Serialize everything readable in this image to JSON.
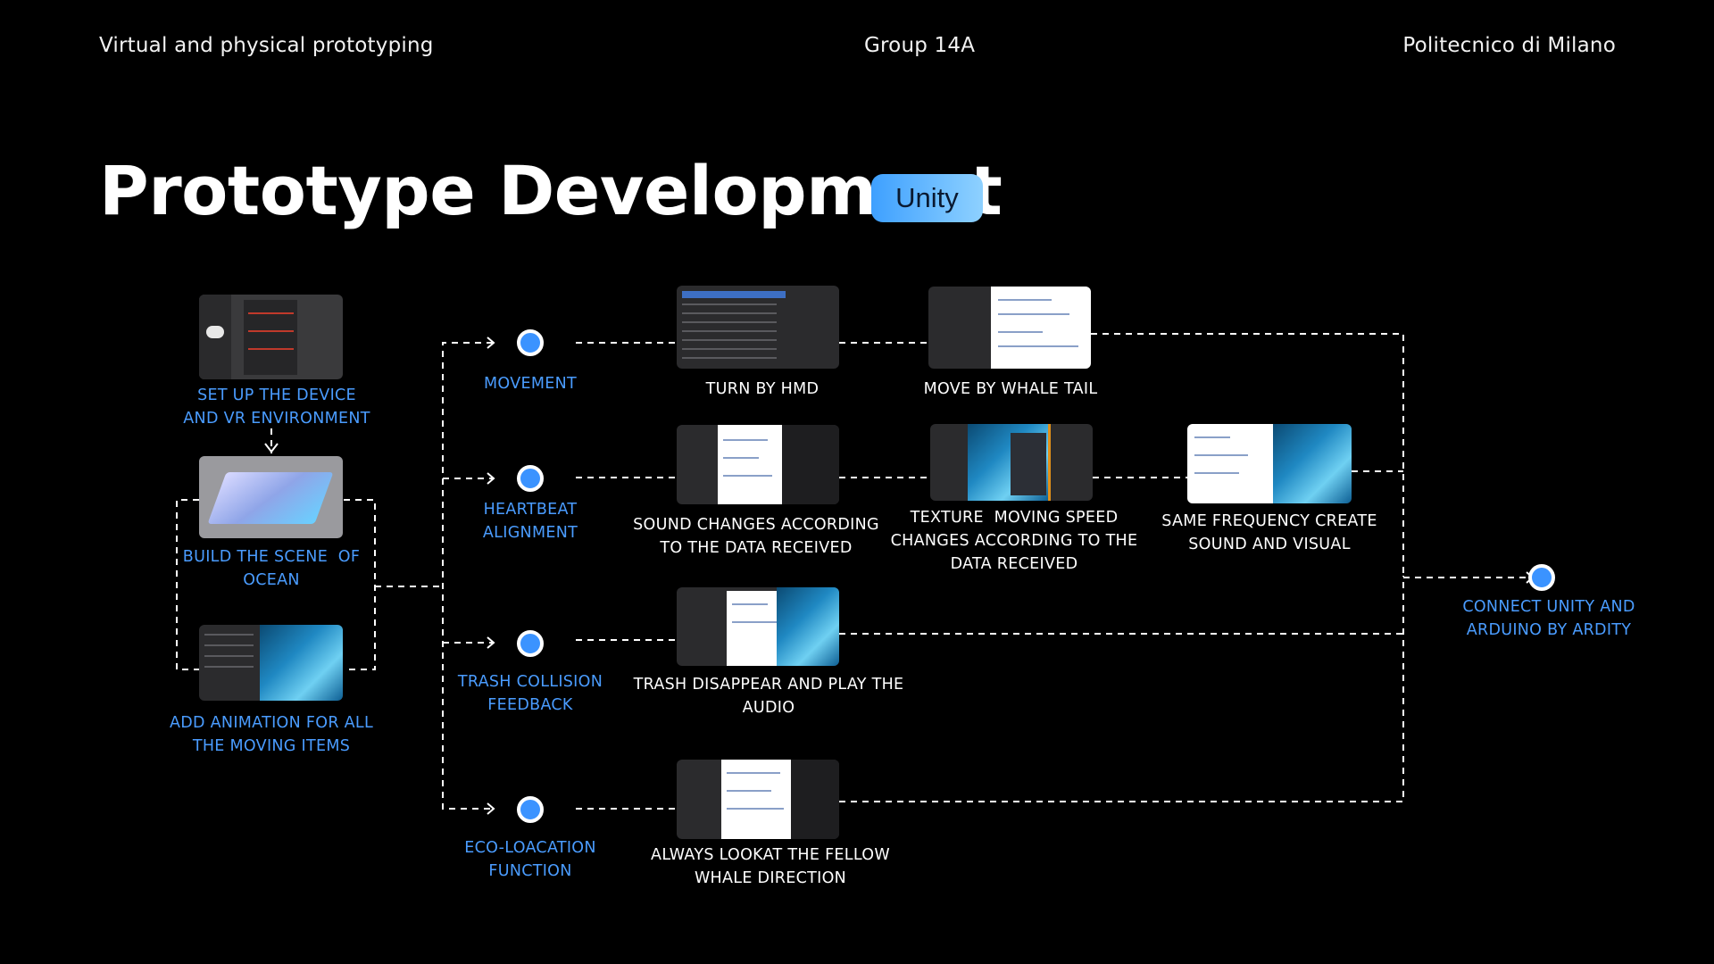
{
  "header": {
    "left": "Virtual and physical prototyping",
    "center": "Group 14A",
    "right": "Politecnico di Milano"
  },
  "title": "Prototype Development",
  "badge": "Unity",
  "setup": {
    "device": "SET UP THE DEVICE\nAND VR ENVIRONMENT",
    "scene": "BUILD THE SCENE  OF\nOCEAN",
    "animation": "ADD ANIMATION FOR ALL\nTHE MOVING ITEMS"
  },
  "functions": [
    {
      "label": "MOVEMENT",
      "steps": [
        "TURN BY HMD",
        "MOVE BY WHALE TAIL"
      ]
    },
    {
      "label": "HEARTBEAT\nALIGNMENT",
      "steps": [
        "SOUND CHANGES ACCORDING\nTO THE DATA RECEIVED",
        "TEXTURE  MOVING SPEED\nCHANGES ACCORDING TO THE\nDATA RECEIVED",
        "SAME FREQUENCY CREATE\nSOUND AND VISUAL"
      ]
    },
    {
      "label": "TRASH COLLISION\nFEEDBACK",
      "steps": [
        "TRASH DISAPPEAR AND PLAY THE\nAUDIO"
      ]
    },
    {
      "label": "ECO-LOACATION\nFUNCTION",
      "steps": [
        "ALWAYS LOOKAT THE FELLOW\nWHALE DIRECTION"
      ]
    }
  ],
  "final": "CONNECT UNITY AND\nARDUINO BY ARDITY",
  "colors": {
    "accent": "#4a9cff",
    "dot": "#3b93ff",
    "background": "#000000",
    "line": "#ffffff"
  }
}
